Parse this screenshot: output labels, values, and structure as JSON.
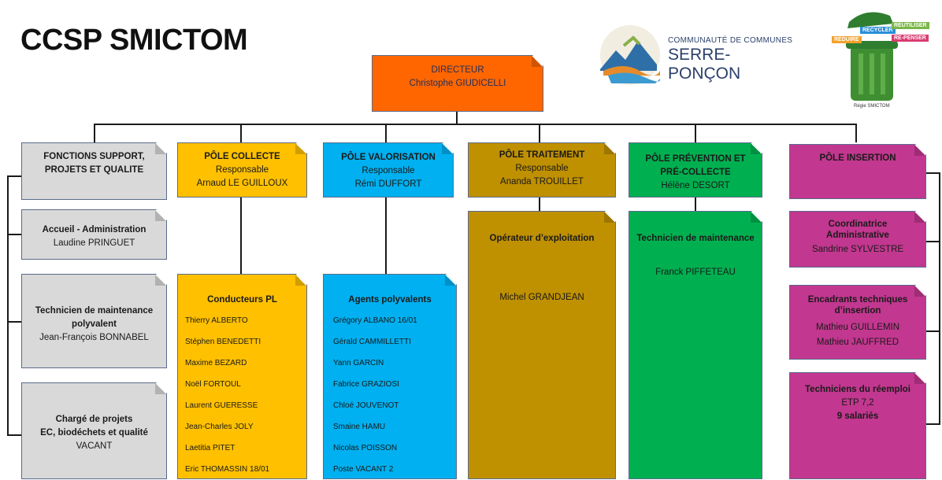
{
  "title": "CCSP SMICTOM",
  "logos": {
    "ccsp": {
      "line1": "COMMUNAUTÉ DE COMMUNES",
      "line2": "SERRE-PONÇON"
    },
    "smictom": {
      "tags": [
        "RECYCLER",
        "RÉUTILISER",
        "RÉDUIRE",
        "RE-PENSER"
      ],
      "caption": "Régie SMICTOM"
    }
  },
  "director": {
    "role": "DIRECTEUR",
    "name": "Christophe GIUDICELLI"
  },
  "poles": {
    "support": {
      "header_line1": "FONCTIONS SUPPORT,",
      "header_line2": "PROJETS ET QUALITE",
      "accueil": {
        "role": "Accueil - Administration",
        "name": "Laudine PRINGUET"
      },
      "technicien": {
        "role_line1": "Technicien de maintenance",
        "role_line2": "polyvalent",
        "name": "Jean-François BONNABEL"
      },
      "charge": {
        "role_line1": "Chargé de projets",
        "role_line2": "EC, biodéchets et qualité",
        "name": "VACANT"
      }
    },
    "collecte": {
      "header": "PÔLE COLLECTE",
      "resp_label": "Responsable",
      "resp_name": "Arnaud LE GUILLOUX",
      "team_title": "Conducteurs PL",
      "members": [
        "Thierry ALBERTO",
        "Stéphen BENEDETTI",
        "Maxime BEZARD",
        "Noël FORTOUL",
        "Laurent GUERESSE",
        "Jean-Charles JOLY",
        "Laetitia PITET",
        "Eric THOMASSIN 18/01"
      ]
    },
    "valorisation": {
      "header": "PÔLE VALORISATION",
      "resp_label": "Responsable",
      "resp_name": "Rémi DUFFORT",
      "team_title": "Agents polyvalents",
      "members": [
        "Grégory ALBANO 16/01",
        "Gérald CAMMILLETTI",
        "Yann GARCIN",
        "Fabrice GRAZIOSI",
        "Chloé JOUVENOT",
        "Smaine HAMU",
        "Nicolas POISSON",
        "Poste VACANT 2"
      ]
    },
    "traitement": {
      "header": "PÔLE TRAITEMENT",
      "resp_label": "Responsable",
      "resp_name": "Ananda TROUILLET",
      "team_title": "Opérateur d’exploitation",
      "member": "Michel GRANDJEAN"
    },
    "prevention": {
      "header_line1": "PÔLE PRÉVENTION ET",
      "header_line2": "PRÉ-COLLECTE",
      "resp_name": "Hélène DESORT",
      "team_title": "Technicien de maintenance",
      "member": "Franck PIFFETEAU"
    },
    "insertion": {
      "header": "PÔLE INSERTION",
      "coord": {
        "role_line1": "Coordinatrice",
        "role_line2": "Administrative",
        "name": "Sandrine SYLVESTRE"
      },
      "encadrants": {
        "role_line1": "Encadrants  techniques",
        "role_line2": "d’insertion",
        "names": [
          "Mathieu GUILLEMIN",
          "Mathieu JAUFFRED"
        ]
      },
      "reemploi": {
        "role": "Techniciens du réemploi",
        "etp": "ETP 7,2",
        "salaries": "9 salariés"
      }
    }
  }
}
